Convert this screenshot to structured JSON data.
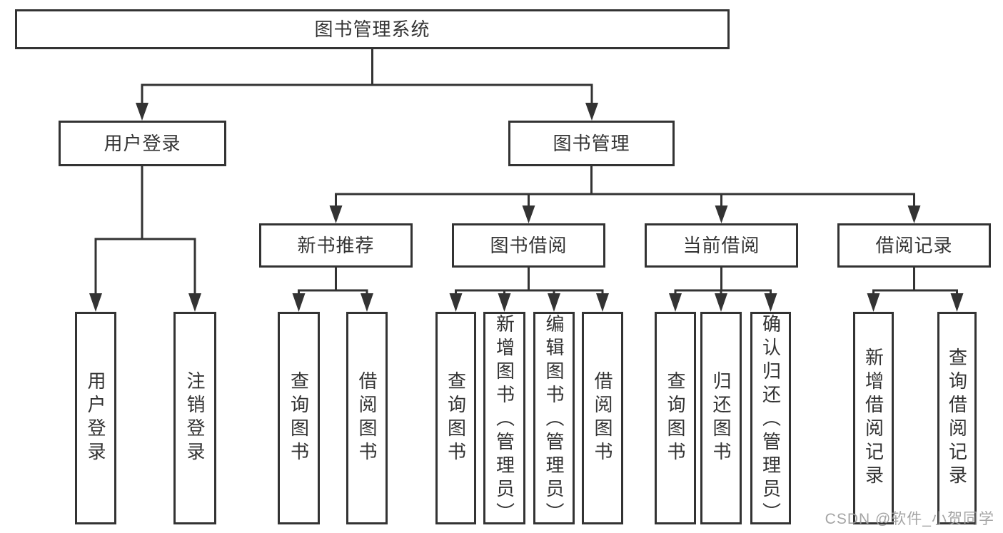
{
  "diagram": {
    "root": {
      "label": "图书管理系统"
    },
    "level2": [
      {
        "label": "用户登录"
      },
      {
        "label": "图书管理"
      }
    ],
    "level3": [
      {
        "label": "新书推荐"
      },
      {
        "label": "图书借阅"
      },
      {
        "label": "当前借阅"
      },
      {
        "label": "借阅记录"
      }
    ],
    "leaves": [
      {
        "label": "用户登录",
        "parent": "用户登录"
      },
      {
        "label": "注销登录",
        "parent": "用户登录"
      },
      {
        "label": "查询图书",
        "parent": "新书推荐"
      },
      {
        "label": "借阅图书",
        "parent": "新书推荐"
      },
      {
        "label": "查询图书",
        "parent": "图书借阅"
      },
      {
        "label": "新增图书（管理员）",
        "parent": "图书借阅"
      },
      {
        "label": "编辑图书（管理员）",
        "parent": "图书借阅"
      },
      {
        "label": "借阅图书",
        "parent": "图书借阅"
      },
      {
        "label": "查询图书",
        "parent": "当前借阅"
      },
      {
        "label": "归还图书",
        "parent": "当前借阅"
      },
      {
        "label": "确认归还（管理员）",
        "parent": "当前借阅"
      },
      {
        "label": "新增借阅记录",
        "parent": "借阅记录"
      },
      {
        "label": "查询借阅记录",
        "parent": "借阅记录"
      }
    ]
  },
  "watermark": {
    "text": "CSDN @软件_小贺同学"
  },
  "colors": {
    "line": "#333333",
    "text": "#333333",
    "background": "#ffffff",
    "watermark": "#a0a0a0"
  }
}
